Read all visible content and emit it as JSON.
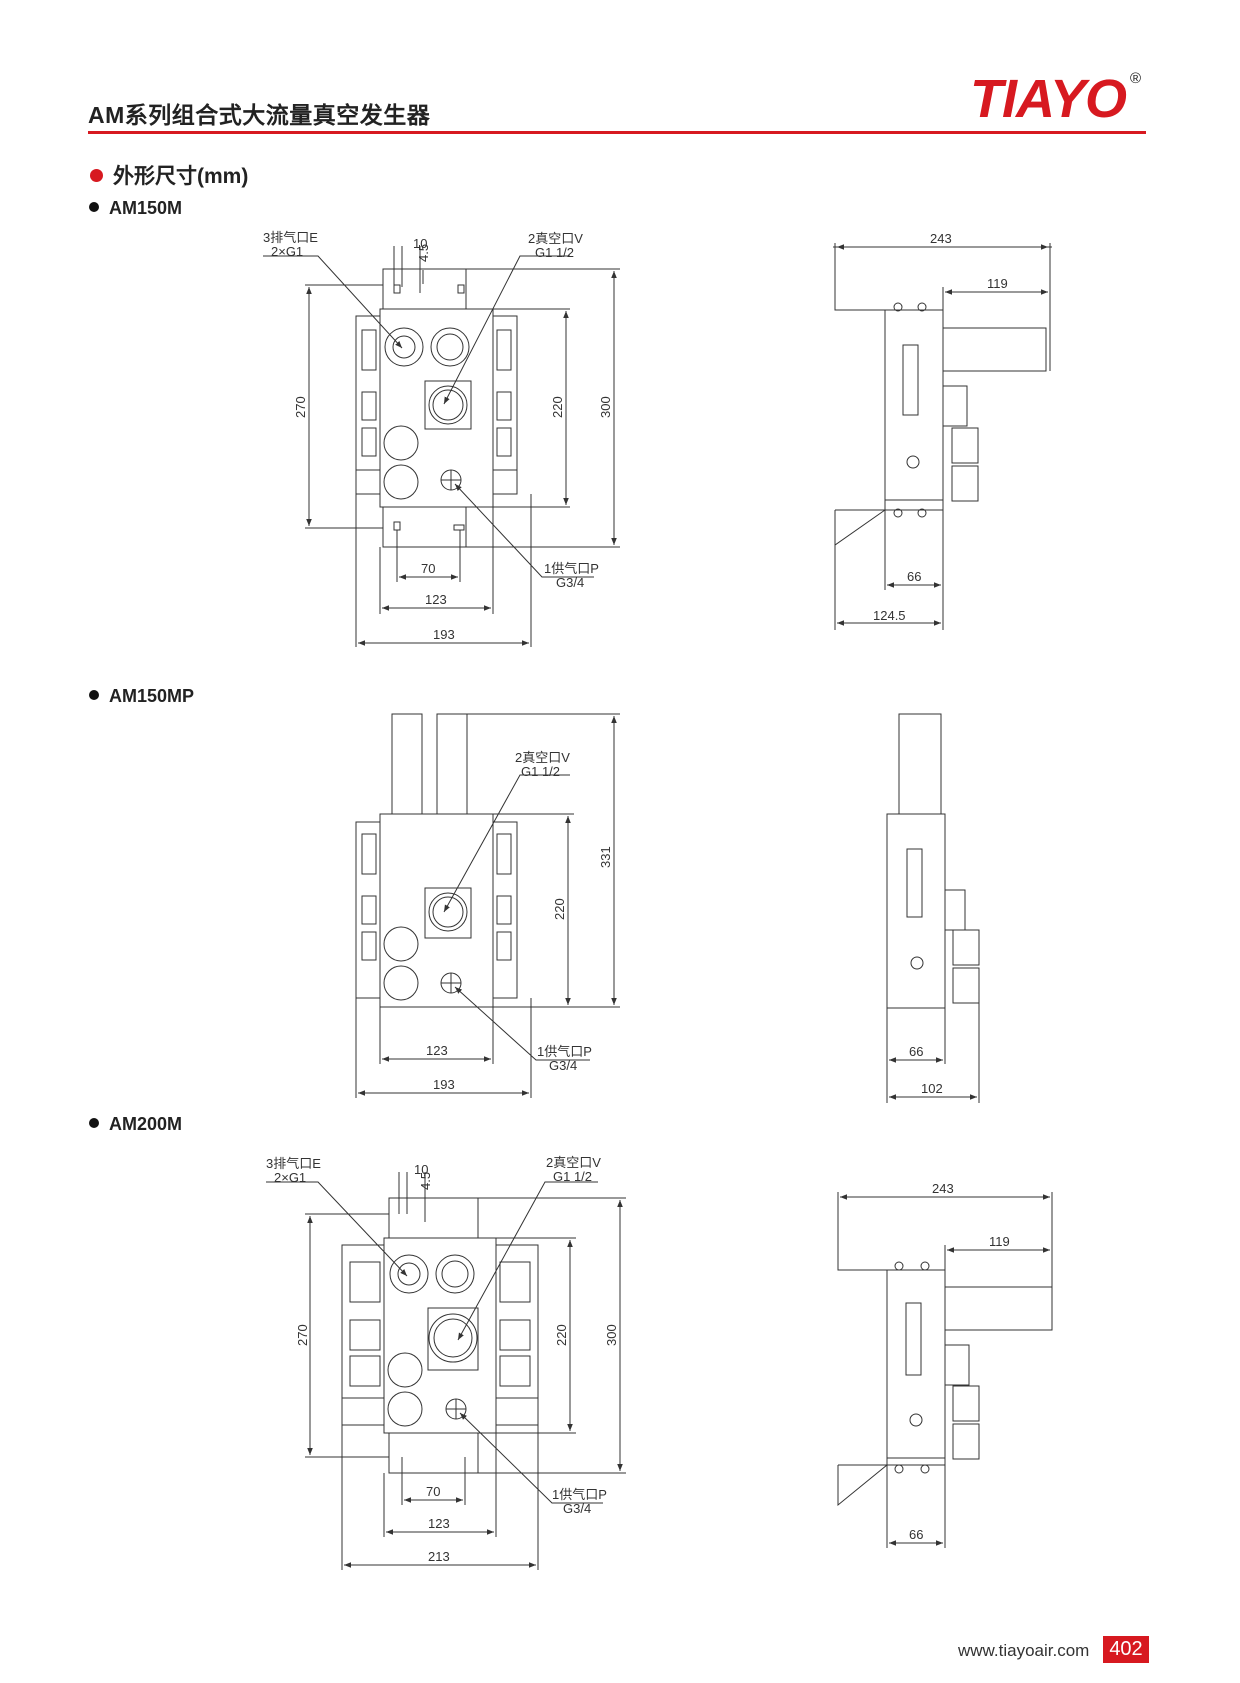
{
  "header": {
    "title": "AM系列组合式大流量真空发生器",
    "brand": "TIAYO",
    "registered": "®"
  },
  "section": {
    "title": "外形尺寸(mm)"
  },
  "models": [
    {
      "name": "AM150M",
      "labels": {
        "exhaust": "3排气口E",
        "exhaust_size": "2×G1",
        "vacuum": "2真空口V",
        "vacuum_size": "G1 1/2",
        "supply": "1供气口P",
        "supply_size": "G3/4"
      },
      "front_dims": {
        "d10": "10",
        "d4_5": "4.5",
        "d270": "270",
        "d220": "220",
        "d300": "300",
        "d70": "70",
        "d123": "123",
        "d_width": "193"
      },
      "side_dims": {
        "d243": "243",
        "d119": "119",
        "d66": "66",
        "d_depth": "124.5"
      }
    },
    {
      "name": "AM150MP",
      "labels": {
        "vacuum": "2真空口V",
        "vacuum_size": "G1 1/2",
        "supply": "1供气口P",
        "supply_size": "G3/4"
      },
      "front_dims": {
        "d331": "331",
        "d220": "220",
        "d123": "123",
        "d_width": "193"
      },
      "side_dims": {
        "d66": "66",
        "d_depth": "102"
      }
    },
    {
      "name": "AM200M",
      "labels": {
        "exhaust": "3排气口E",
        "exhaust_size": "2×G1",
        "vacuum": "2真空口V",
        "vacuum_size": "G1 1/2",
        "supply": "1供气口P",
        "supply_size": "G3/4"
      },
      "front_dims": {
        "d10": "10",
        "d4_5": "4.5",
        "d270": "270",
        "d220": "220",
        "d300": "300",
        "d70": "70",
        "d123": "123",
        "d_width": "213"
      },
      "side_dims": {
        "d243": "243",
        "d119": "119",
        "d66": "66"
      }
    }
  ],
  "footer": {
    "url": "www.tiayoair.com",
    "page": "402"
  }
}
